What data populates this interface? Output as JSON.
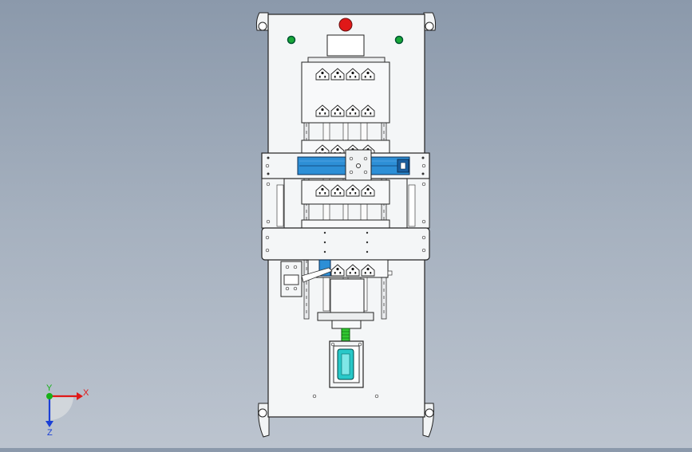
{
  "viewport": {
    "view": "front",
    "axes": {
      "x_label": "X",
      "y_label": "Y",
      "z_label": "Z",
      "x_color": "#e01818",
      "y_color": "#18b018",
      "z_color": "#1a3fd6"
    }
  },
  "model": {
    "panel_color": "#f4f6f7",
    "edge_color": "#2a2a2a",
    "emergency_stop_color": "#e01818",
    "indicator_color": "#18a838",
    "actuator_color": "#2d8fd6",
    "coupling_color": "#32c832",
    "motor_window_color": "#28c8c8",
    "upper_socket_rows": 2,
    "sockets_per_row": 4
  }
}
